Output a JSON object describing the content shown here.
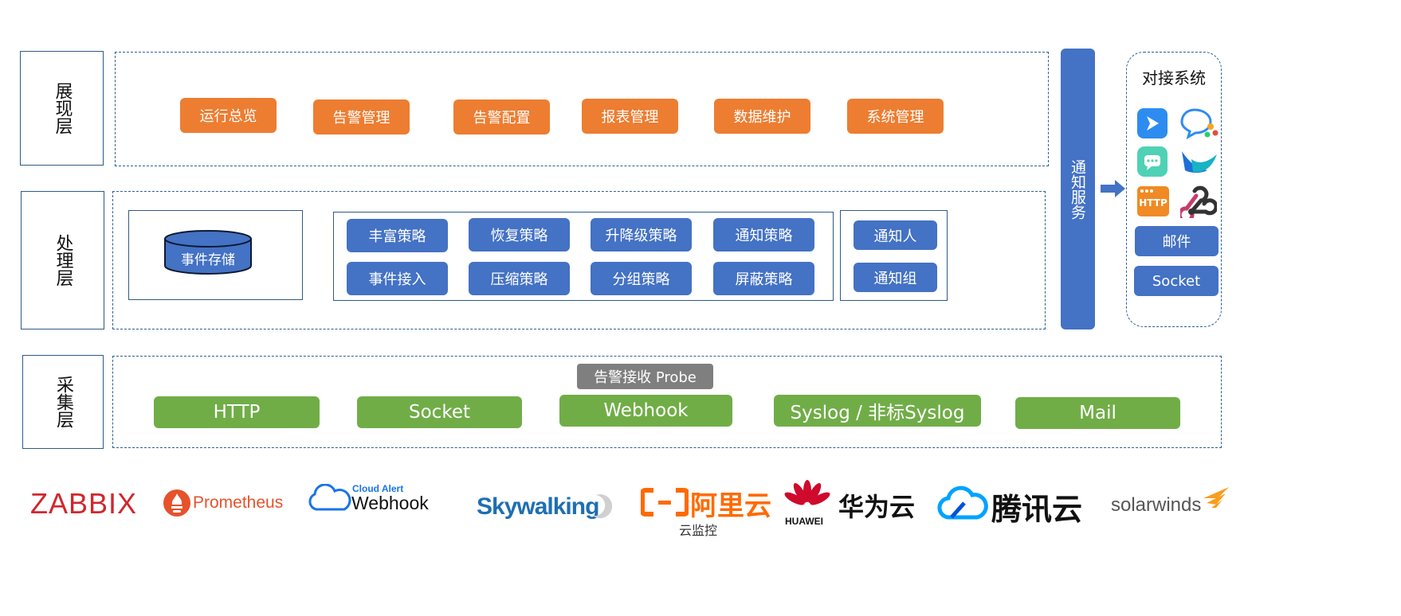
{
  "layers": {
    "presentation": {
      "label": "展现层",
      "items": [
        "运行总览",
        "告警管理",
        "告警配置",
        "报表管理",
        "数据维护",
        "系统管理"
      ]
    },
    "processing": {
      "label": "处理层",
      "storage": "事件存储",
      "strategies_row1": [
        "丰富策略",
        "恢复策略",
        "升降级策略",
        "通知策略"
      ],
      "strategies_row2": [
        "事件接入",
        "压缩策略",
        "分组策略",
        "屏蔽策略"
      ],
      "recipients": [
        "通知人",
        "通知组"
      ]
    },
    "collection": {
      "label": "采集层",
      "probe": "告警接收 Probe",
      "items": [
        "HTTP",
        "Socket",
        "Webhook",
        "Syslog / 非标Syslog",
        "Mail"
      ]
    }
  },
  "notify_service": "通知服务",
  "integration": {
    "title": "对接系统",
    "buttons": [
      "邮件",
      "Socket"
    ],
    "http_badge": "HTTP"
  },
  "sources": {
    "zabbix": "ZABBIX",
    "prometheus": "Prometheus",
    "cloudalert_small": "Cloud Alert",
    "cloudalert_big": "Webhook",
    "skywalking": "Skywalking",
    "aliyun": "阿里云",
    "aliyun_sub": "云监控",
    "huawei": "华为云",
    "huawei_sub": "HUAWEI",
    "tencent": "腾讯云",
    "solarwinds": "solarwinds"
  },
  "colors": {
    "orange": "#ed7d31",
    "blue": "#4472c4",
    "green": "#70ad47",
    "gray": "#7f7f7f",
    "border": "#2e5a86"
  }
}
